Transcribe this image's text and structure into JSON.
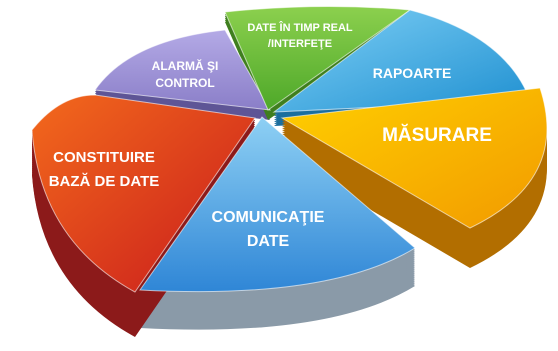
{
  "segments": [
    {
      "id": "alarma",
      "lines": [
        "ALARMĂ ŞI",
        "CONTROL"
      ],
      "top_color": "#9b8fd6",
      "side_color": "#5e5596"
    },
    {
      "id": "date-real",
      "lines": [
        "DATE ÎN TIMP REAL",
        "/INTERFEŢE"
      ],
      "top_color": "#6dbf3a",
      "side_color": "#3f7f1e"
    },
    {
      "id": "rapoarte",
      "lines": [
        "RAPOARTE"
      ],
      "top_color": "#3fb2ea",
      "side_color": "#1b6e9e"
    },
    {
      "id": "masurare",
      "lines": [
        "MĂSURARE"
      ],
      "top_color": "#f6b700",
      "side_color": "#b26e00"
    },
    {
      "id": "comunicatie",
      "lines": [
        "COMUNICAŢIE",
        "DATE"
      ],
      "top_color": "#5aaee8",
      "side_color": "#8a9aa8"
    },
    {
      "id": "constituire",
      "lines": [
        "CONSTITUIRE",
        "BAZĂ DE DATE"
      ],
      "top_color": "#e5461c",
      "side_color": "#8c1a1a"
    }
  ]
}
